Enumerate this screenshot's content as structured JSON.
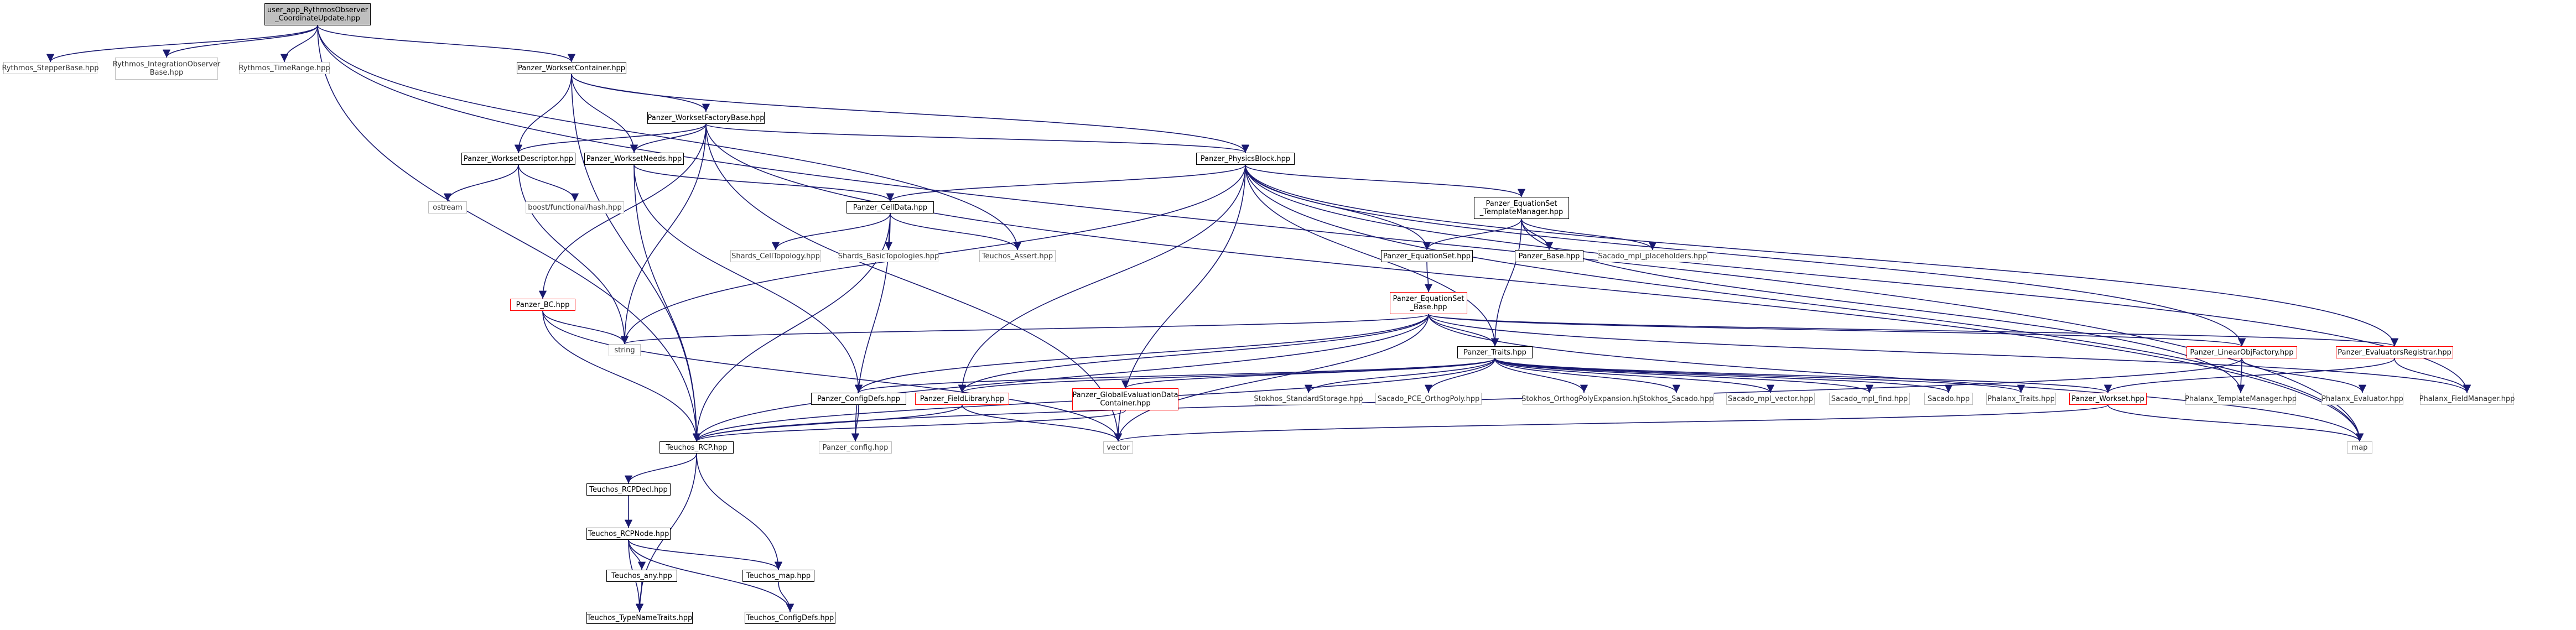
{
  "nodes": {
    "root": "user_app_RythmosObserver\n_CoordinateUpdate.hpp",
    "stepper": "Rythmos_StepperBase.hpp",
    "integobs": "Rythmos_IntegrationObserver\nBase.hpp",
    "timerange": "Rythmos_TimeRange.hpp",
    "wsc": "Panzer_WorksetContainer.hpp",
    "wfb": "Panzer_WorksetFactoryBase.hpp",
    "wdesc": "Panzer_WorksetDescriptor.hpp",
    "wneeds": "Panzer_WorksetNeeds.hpp",
    "pblock": "Panzer_PhysicsBlock.hpp",
    "ostream": "ostream",
    "boosthash": "boost/functional/hash.hpp",
    "celldata": "Panzer_CellData.hpp",
    "eqsettm": "Panzer_EquationSet\n_TemplateManager.hpp",
    "shardstopo": "Shards_CellTopology.hpp",
    "shardsbasic": "Shards_BasicTopologies.hpp",
    "assert": "Teuchos_Assert.hpp",
    "eqset": "Panzer_EquationSet.hpp",
    "pbase": "Panzer_Base.hpp",
    "sacadoph": "Sacado_mpl_placeholders.hpp",
    "bc": "Panzer_BC.hpp",
    "eqsetbase": "Panzer_EquationSet\n_Base.hpp",
    "string": "string",
    "traits": "Panzer_Traits.hpp",
    "configdefs": "Panzer_ConfigDefs.hpp",
    "fieldlib": "Panzer_FieldLibrary.hpp",
    "globaleval": "Panzer_GlobalEvaluationData\nContainer.hpp",
    "linobj": "Panzer_LinearObjFactory.hpp",
    "evalreg": "Panzer_EvaluatorsRegistrar.hpp",
    "stokstd": "Stokhos_StandardStorage.hpp",
    "sacadopce": "Sacado_PCE_OrthogPoly.hpp",
    "stokorth": "Stokhos_OrthogPolyExpansion.hpp",
    "stoksacado": "Stokhos_Sacado.hpp",
    "sacadovec": "Sacado_mpl_vector.hpp",
    "sacadofind": "Sacado_mpl_find.hpp",
    "sacado": "Sacado.hpp",
    "phxtraits": "Phalanx_Traits.hpp",
    "workset": "Panzer_Workset.hpp",
    "phxtm": "Phalanx_TemplateManager.hpp",
    "phxeval": "Phalanx_Evaluator.hpp",
    "phxfm": "Phalanx_FieldManager.hpp",
    "rcp": "Teuchos_RCP.hpp",
    "pconfig": "Panzer_config.hpp",
    "vector": "vector",
    "map": "map",
    "rcpdecl": "Teuchos_RCPDecl.hpp",
    "rcpnode": "Teuchos_RCPNode.hpp",
    "any": "Teuchos_any.hpp",
    "tmap": "Teuchos_map.hpp",
    "typename": "Teuchos_TypeNameTraits.hpp",
    "tconfig": "Teuchos_ConfigDefs.hpp"
  },
  "colors": {
    "edge": "#191970",
    "node_border": "#000000",
    "red_border": "#ff0000",
    "grey_border": "#bfbfbf",
    "root_fill": "#bfbfbf"
  }
}
